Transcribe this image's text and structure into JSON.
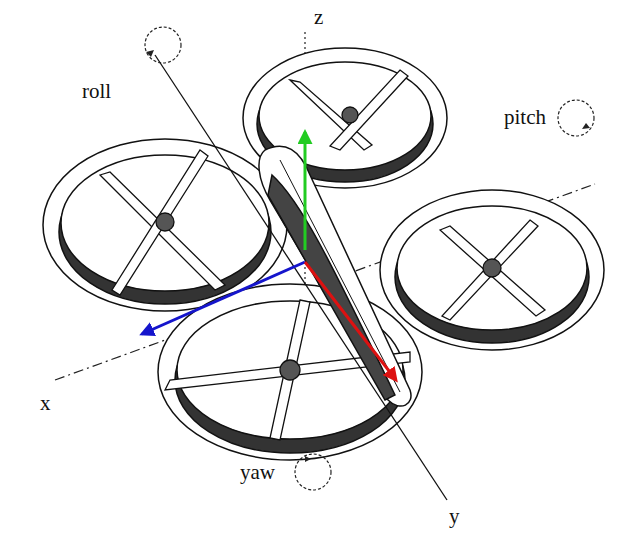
{
  "diagram": {
    "labels": [
      "roll",
      "pitch",
      "z",
      "x",
      "y",
      "yaw"
    ]
  }
}
